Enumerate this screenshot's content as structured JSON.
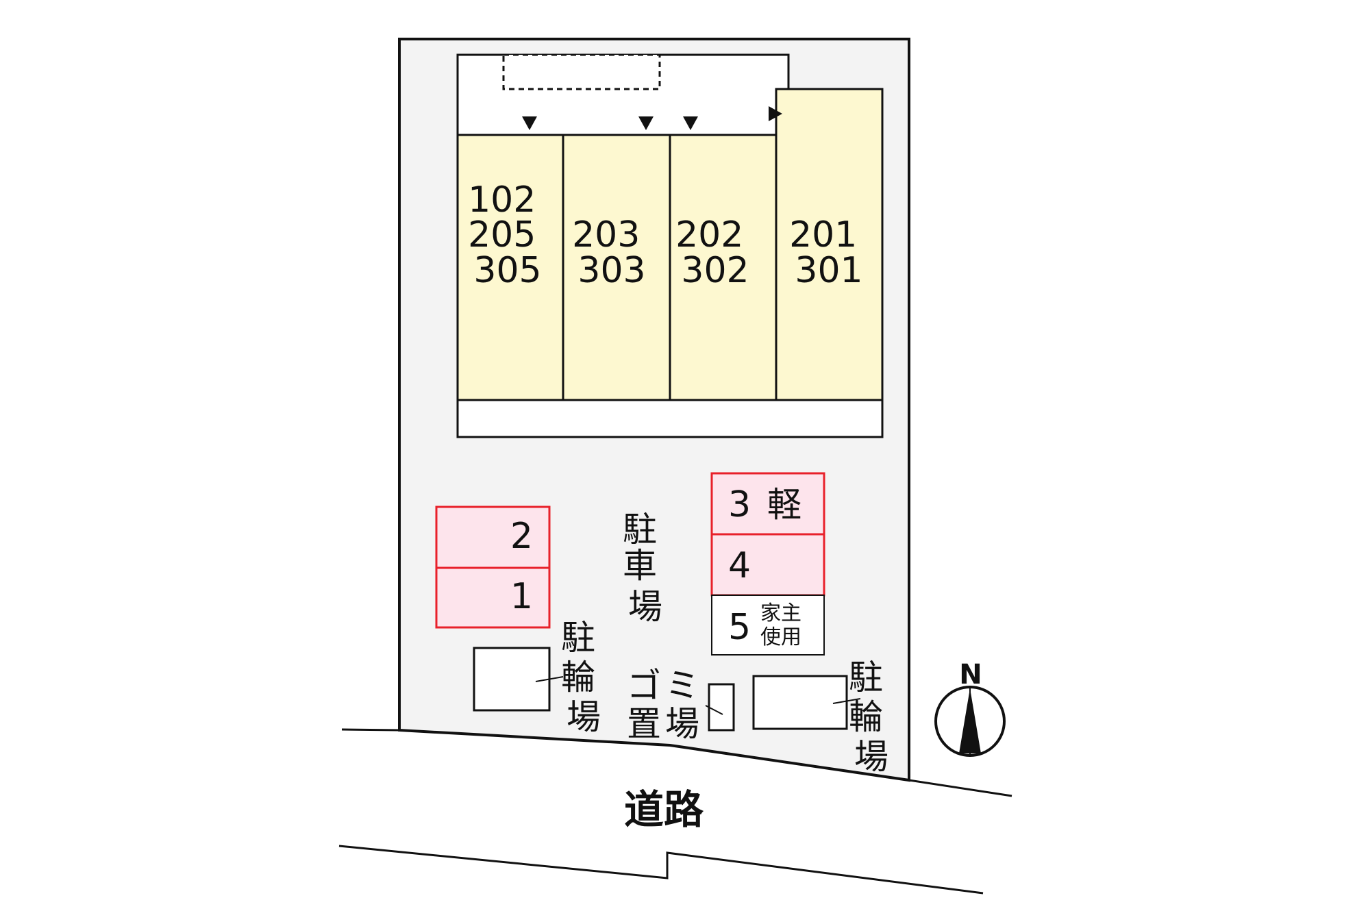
{
  "building": {
    "units": [
      {
        "rooms": [
          "102",
          "205",
          "305"
        ]
      },
      {
        "rooms": [
          "203",
          "303"
        ]
      },
      {
        "rooms": [
          "202",
          "302"
        ]
      },
      {
        "rooms": [
          "201",
          "301"
        ]
      }
    ]
  },
  "parking": {
    "label": [
      "駐",
      "車",
      "場"
    ],
    "spaces": [
      {
        "number": "1",
        "reserved": false
      },
      {
        "number": "2",
        "reserved": false
      },
      {
        "number": "3",
        "note": "軽"
      },
      {
        "number": "4"
      },
      {
        "number": "5",
        "note_lines": [
          "家主",
          "使用"
        ]
      }
    ]
  },
  "bicycle_parking_left": {
    "label": [
      "駐",
      "輪",
      "場"
    ]
  },
  "bicycle_parking_right": {
    "label": [
      "駐",
      "輪",
      "場"
    ]
  },
  "garbage": {
    "label_rows": [
      "ゴミ",
      "置場"
    ]
  },
  "road": {
    "label": "道路"
  },
  "compass": {
    "label": "N"
  },
  "colors": {
    "lot": "#f3f3f3",
    "building": "#fdf8d0",
    "parking_fill": "#fde4ec",
    "parking_border": "#e8202a"
  }
}
